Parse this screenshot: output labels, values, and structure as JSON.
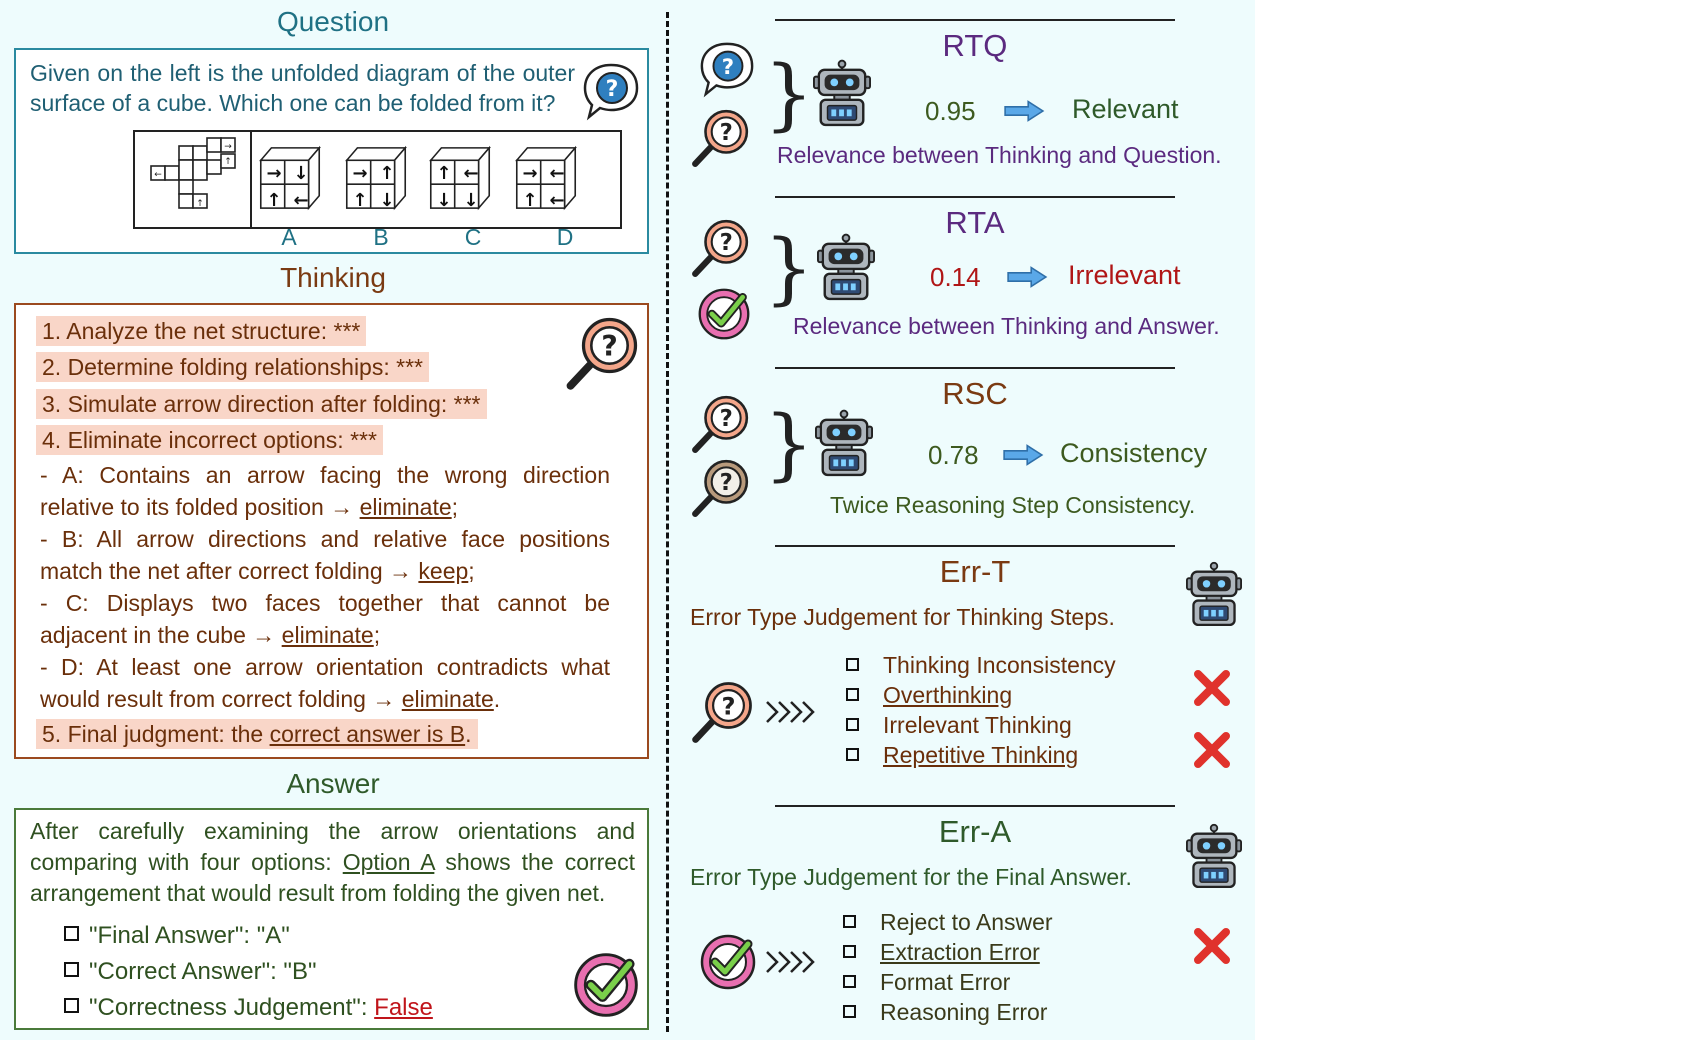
{
  "question": {
    "title": "Question",
    "text": "Given on the left is the unfolded diagram of the outer surface of a cube. Which one can be folded from it?",
    "options": [
      "A",
      "B",
      "C",
      "D"
    ]
  },
  "thinking": {
    "title": "Thinking",
    "steps": [
      "1. Analyze the net structure: ***",
      "2. Determine folding relationships: ***",
      "3. Simulate arrow direction after folding: ***",
      "4. Eliminate incorrect options: ***"
    ],
    "option_a": {
      "pre": "- A: Contains an arrow facing the wrong direction relative to its folded position → ",
      "verdict": "eliminate",
      "post": ";"
    },
    "option_b": {
      "pre": "- B: All arrow directions and relative face positions match the net after correct folding → ",
      "verdict": "keep",
      "post": ";"
    },
    "option_c": {
      "pre": "- C: Displays two faces together that cannot be adjacent in the cube → ",
      "verdict": "eliminate",
      "post": ";"
    },
    "option_d": {
      "pre": "- D: At least one arrow orientation contradicts what would result from correct folding → ",
      "verdict": "eliminate",
      "post": "."
    },
    "final": {
      "pre": "5. Final judgment: the ",
      "answer": "correct answer is B",
      "post": "."
    }
  },
  "answer": {
    "title": "Answer",
    "text_pre": "After carefully examining the arrow orientations and comparing with four options: ",
    "option": "Option A",
    "text_post": " shows the correct arrangement that would result from folding the given net.",
    "final_answer": "\"Final Answer\": \"A\"",
    "correct_answer": "\"Correct Answer\": \"B\"",
    "judgement_label": "\"Correctness Judgement\": ",
    "judgement_value": "False"
  },
  "rtq": {
    "title": "RTQ",
    "score": "0.95",
    "result": "Relevant",
    "desc": "Relevance between Thinking and Question."
  },
  "rta": {
    "title": "RTA",
    "score": "0.14",
    "result": "Irrelevant",
    "desc": "Relevance between Thinking and Answer."
  },
  "rsc": {
    "title": "RSC",
    "score": "0.78",
    "result": "Consistency",
    "desc": "Twice Reasoning Step Consistency."
  },
  "err_t": {
    "title": "Err-T",
    "desc": "Error Type Judgement for Thinking Steps.",
    "items": [
      "Thinking Inconsistency",
      "Overthinking",
      "Irrelevant Thinking",
      "Repetitive Thinking"
    ],
    "flagged": [
      false,
      true,
      false,
      true
    ]
  },
  "err_a": {
    "title": "Err-A",
    "desc": "Error Type Judgement for the Final Answer.",
    "items": [
      "Reject to Answer",
      "Extraction Error",
      "Format Error",
      "Reasoning Error"
    ],
    "flagged": [
      false,
      true,
      false,
      false
    ]
  },
  "colors": {
    "question": "#1f7184",
    "thinking": "#7a3a12",
    "answer": "#2f5a2a",
    "metric": "#5b2a7f",
    "error": "#e0322c",
    "arrow": "#5aa8e8"
  }
}
